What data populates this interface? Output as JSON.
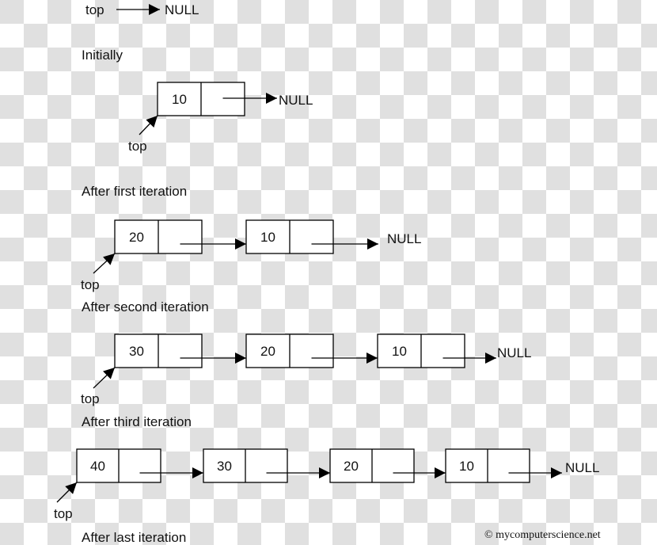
{
  "top_label": "top",
  "null_label": "NULL",
  "initial": {
    "caption": "Initially"
  },
  "steps": [
    {
      "caption": "After first iteration",
      "values": [
        "10"
      ]
    },
    {
      "caption": "After second iteration",
      "values": [
        "20",
        "10"
      ]
    },
    {
      "caption": "After third iteration",
      "values": [
        "30",
        "20",
        "10"
      ]
    },
    {
      "caption": "After last iteration",
      "values": [
        "40",
        "30",
        "20",
        "10"
      ]
    }
  ],
  "copyright": "© mycomputerscience.net"
}
